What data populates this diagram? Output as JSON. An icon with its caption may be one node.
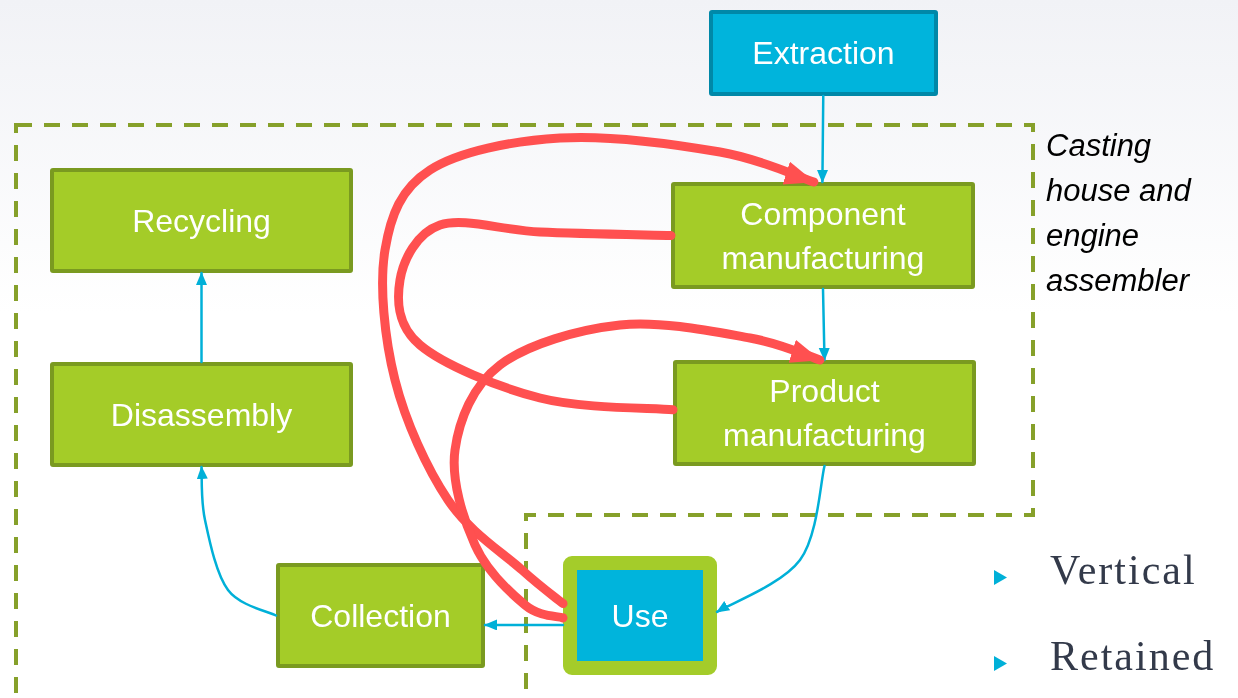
{
  "diagram": {
    "nodes": [
      {
        "text": [
          "Extraction"
        ]
      },
      {
        "text": [
          "Casting house and engine assembler"
        ]
      },
      {
        "text": [
          "Recycling"
        ],
        "in": 1
      },
      {
        "text": [
          "Component manufacturing"
        ],
        "in": 1
      },
      {
        "text": [
          "Disassembly"
        ],
        "in": 1
      },
      {
        "text": [
          "Product manufacturing"
        ],
        "in": 1
      },
      {
        "text": [
          "Collection"
        ],
        "in": 1
      },
      {
        "text": [
          "Use"
        ]
      }
    ],
    "edges": [
      {
        "from": 0,
        "to": 3,
        "arrow": "to"
      },
      {
        "from": 3,
        "to": 5,
        "arrow": "to"
      },
      {
        "from": 5,
        "to": 7,
        "arrow": "to"
      },
      {
        "from": 7,
        "to": 6,
        "arrow": "to"
      },
      {
        "from": 6,
        "to": 4,
        "arrow": "to"
      },
      {
        "from": 4,
        "to": 2,
        "arrow": "to"
      },
      {
        "from": 7,
        "to": 3,
        "arrow": "to",
        "style": "thick",
        "color": "#ff5050"
      },
      {
        "from": 7,
        "to": 5,
        "arrow": "to",
        "style": "thick",
        "color": "#ff5050"
      },
      {
        "from": 3,
        "to": 5,
        "arrow": "none",
        "style": "thick",
        "color": "#ff5050"
      }
    ],
    "labels": [
      "Vertical",
      "Retained"
    ]
  }
}
